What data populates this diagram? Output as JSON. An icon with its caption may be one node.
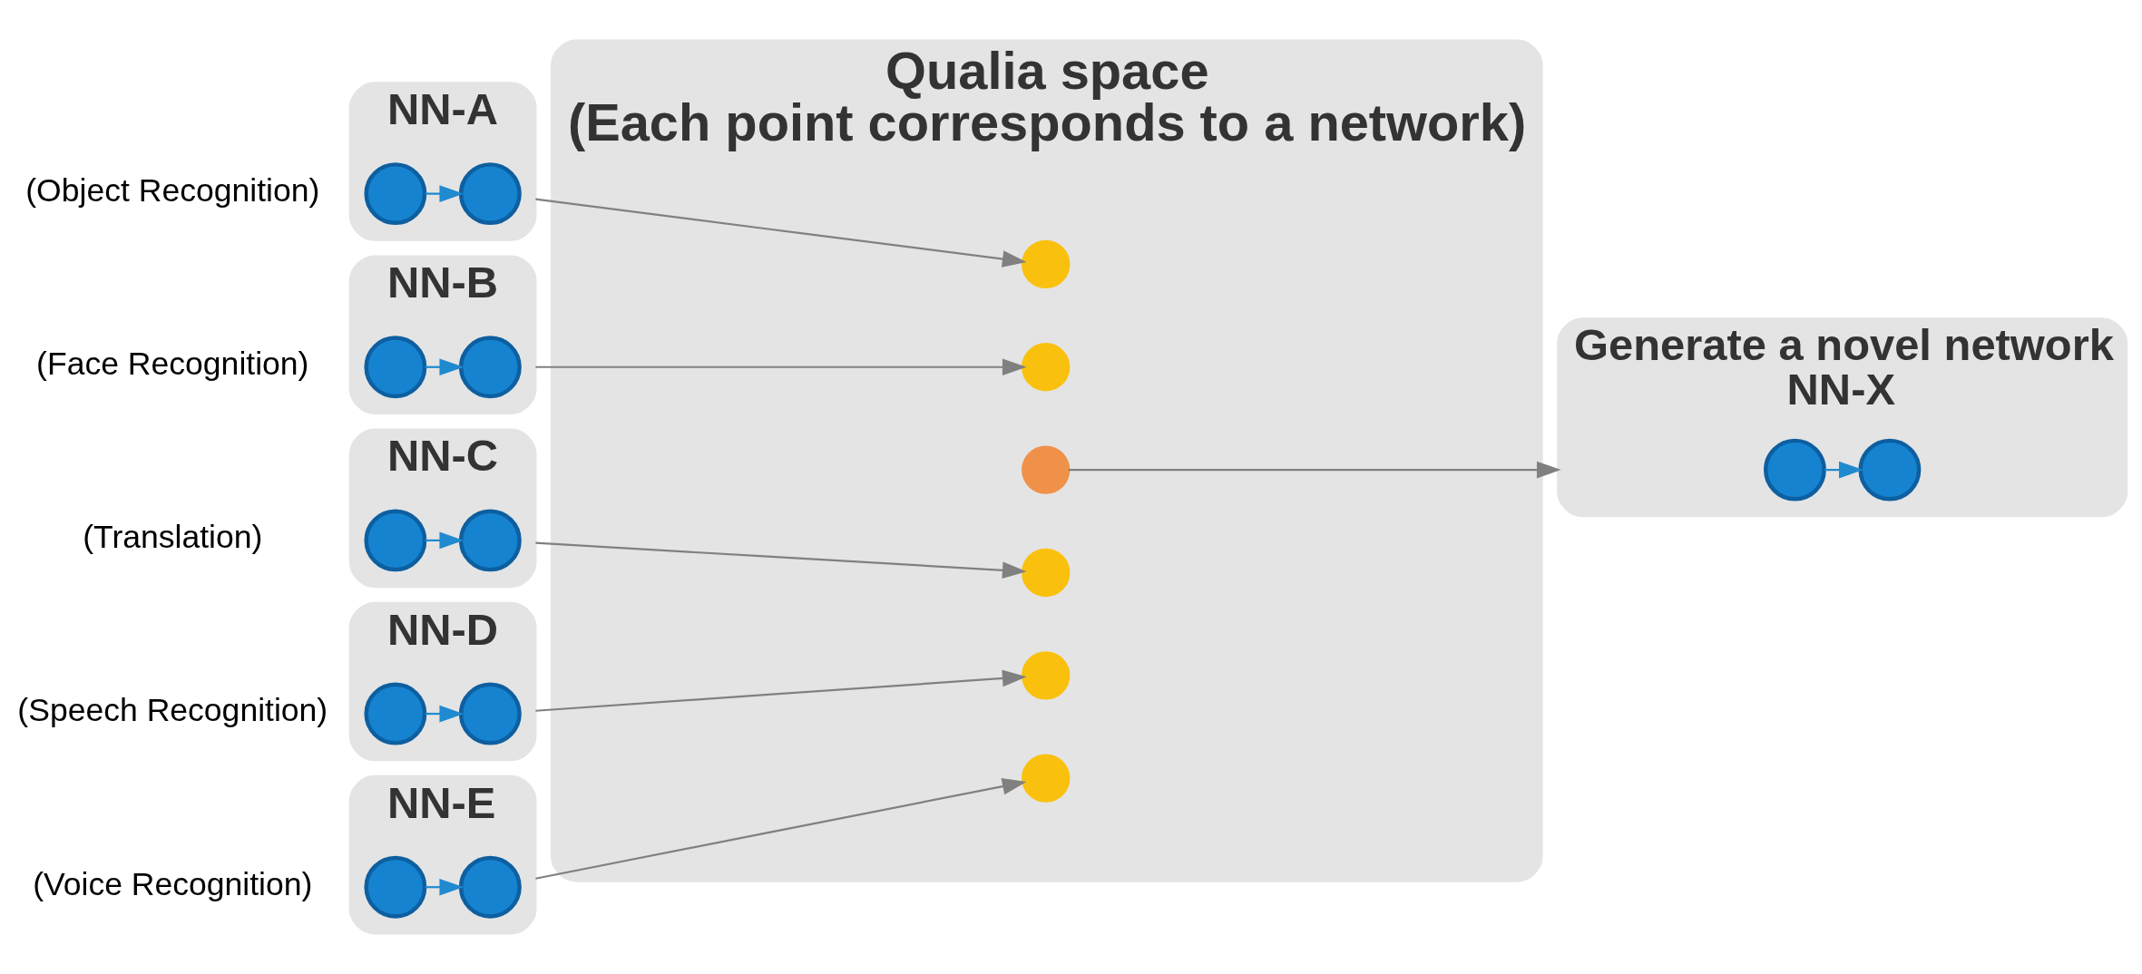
{
  "diagram": {
    "nodes": [
      {
        "text": [
          "NN-A"
        ],
        "beside": [
          "(Object Recognition)"
        ]
      },
      {
        "text": [],
        "shape": "circle",
        "in": 0
      },
      {
        "text": [],
        "shape": "circle",
        "in": 0
      },
      {
        "text": [
          "NN-B"
        ],
        "beside": [
          "(Face Recognition)"
        ]
      },
      {
        "text": [],
        "shape": "circle",
        "in": 3
      },
      {
        "text": [],
        "shape": "circle",
        "in": 3
      },
      {
        "text": [
          "NN-C"
        ],
        "beside": [
          "(Translation)"
        ]
      },
      {
        "text": [],
        "shape": "circle",
        "in": 6
      },
      {
        "text": [],
        "shape": "circle",
        "in": 6
      },
      {
        "text": [
          "NN-D"
        ],
        "beside": [
          "(Speech Recognition)"
        ]
      },
      {
        "text": [],
        "shape": "circle",
        "in": 9
      },
      {
        "text": [],
        "shape": "circle",
        "in": 9
      },
      {
        "text": [
          "NN-E"
        ],
        "beside": [
          "(Voice Recognition)"
        ]
      },
      {
        "text": [],
        "shape": "circle",
        "in": 12
      },
      {
        "text": [],
        "shape": "circle",
        "in": 12
      },
      {
        "text": [
          "Qualia space",
          "(Each point corresponds to a network)"
        ]
      },
      {
        "text": [],
        "shape": "circle",
        "in": 15
      },
      {
        "text": [],
        "shape": "circle",
        "in": 15
      },
      {
        "text": [],
        "shape": "circle",
        "in": 15
      },
      {
        "text": [],
        "shape": "circle",
        "in": 15
      },
      {
        "text": [],
        "shape": "circle",
        "in": 15
      },
      {
        "text": [],
        "shape": "circle",
        "in": 15
      },
      {
        "text": [
          "Generate a novel network",
          "NN-X"
        ]
      },
      {
        "text": [],
        "shape": "circle",
        "in": 22
      },
      {
        "text": [],
        "shape": "circle",
        "in": 22
      }
    ],
    "edges": [
      {
        "from": 1,
        "to": 2,
        "arrow": "to",
        "color": "#1f8ad0"
      },
      {
        "from": 4,
        "to": 5,
        "arrow": "to",
        "color": "#1f8ad0"
      },
      {
        "from": 7,
        "to": 8,
        "arrow": "to",
        "color": "#1f8ad0"
      },
      {
        "from": 10,
        "to": 11,
        "arrow": "to",
        "color": "#1f8ad0"
      },
      {
        "from": 13,
        "to": 14,
        "arrow": "to",
        "color": "#1f8ad0"
      },
      {
        "from": 0,
        "to": 16,
        "arrow": "to",
        "color": "#808080"
      },
      {
        "from": 3,
        "to": 17,
        "arrow": "to",
        "color": "#808080"
      },
      {
        "from": 6,
        "to": 19,
        "arrow": "to",
        "color": "#808080"
      },
      {
        "from": 9,
        "to": 20,
        "arrow": "to",
        "color": "#808080"
      },
      {
        "from": 12,
        "to": 21,
        "arrow": "to",
        "color": "#808080"
      },
      {
        "from": 18,
        "to": 22,
        "arrow": "to",
        "color": "#808080"
      },
      {
        "from": 23,
        "to": 24,
        "arrow": "to",
        "color": "#1f8ad0"
      }
    ]
  }
}
